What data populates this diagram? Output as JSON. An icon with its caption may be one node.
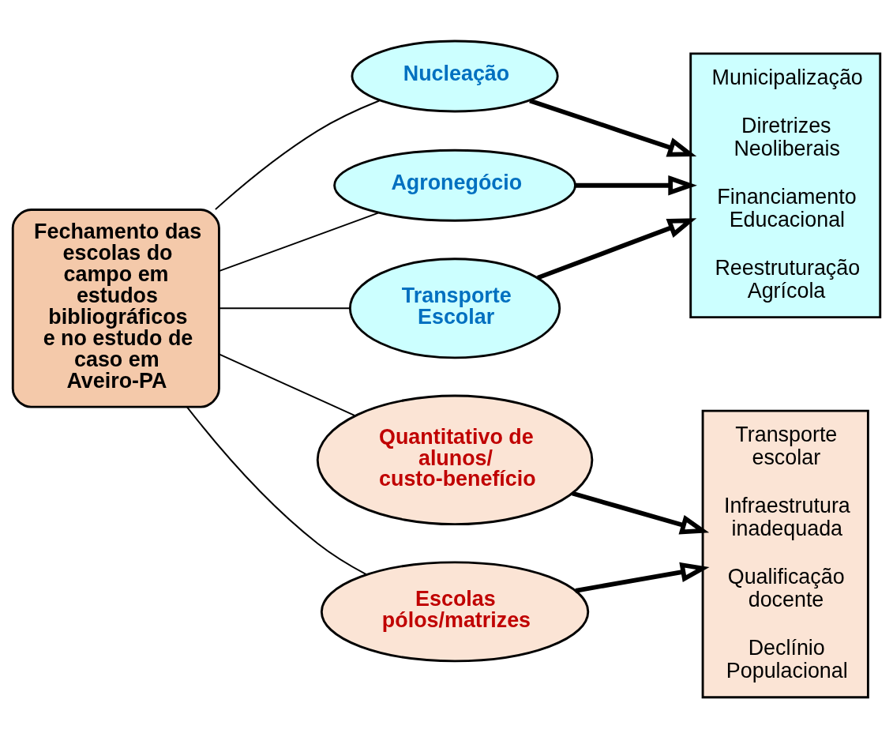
{
  "diagram": {
    "nodes": [
      {
        "text": [
          "Fechamento das escolas do campo em estudos bibliográficos e no estudo de caso em Aveiro-PA"
        ]
      },
      {
        "text": [
          "Nucleação"
        ]
      },
      {
        "text": [
          "Agronegócio"
        ]
      },
      {
        "text": [
          "Transporte Escolar"
        ]
      },
      {
        "text": [
          "Quantitativo de alunos/ custo-benefício"
        ]
      },
      {
        "text": [
          "Escolas pólos/matrizes"
        ]
      },
      {
        "text": [
          "Municipalização",
          "Diretrizes Neoliberais",
          "Financiamento Educacional",
          "Reestruturação Agrícola"
        ]
      },
      {
        "text": [
          "Transporte escolar",
          "Infraestrutura inadequada",
          "Qualificação docente",
          "Declínio Populacional"
        ]
      }
    ],
    "edges": [
      {
        "from": 0,
        "to": 1,
        "arrow": "none"
      },
      {
        "from": 0,
        "to": 2,
        "arrow": "none"
      },
      {
        "from": 0,
        "to": 3,
        "arrow": "none"
      },
      {
        "from": 0,
        "to": 4,
        "arrow": "none"
      },
      {
        "from": 0,
        "to": 5,
        "arrow": "none"
      },
      {
        "from": 1,
        "to": 6,
        "arrow": "to",
        "style": "thick"
      },
      {
        "from": 2,
        "to": 6,
        "arrow": "to",
        "style": "thick"
      },
      {
        "from": 3,
        "to": 6,
        "arrow": "to",
        "style": "thick"
      },
      {
        "from": 4,
        "to": 7,
        "arrow": "to",
        "style": "thick"
      },
      {
        "from": 5,
        "to": 7,
        "arrow": "to",
        "style": "thick"
      }
    ]
  }
}
